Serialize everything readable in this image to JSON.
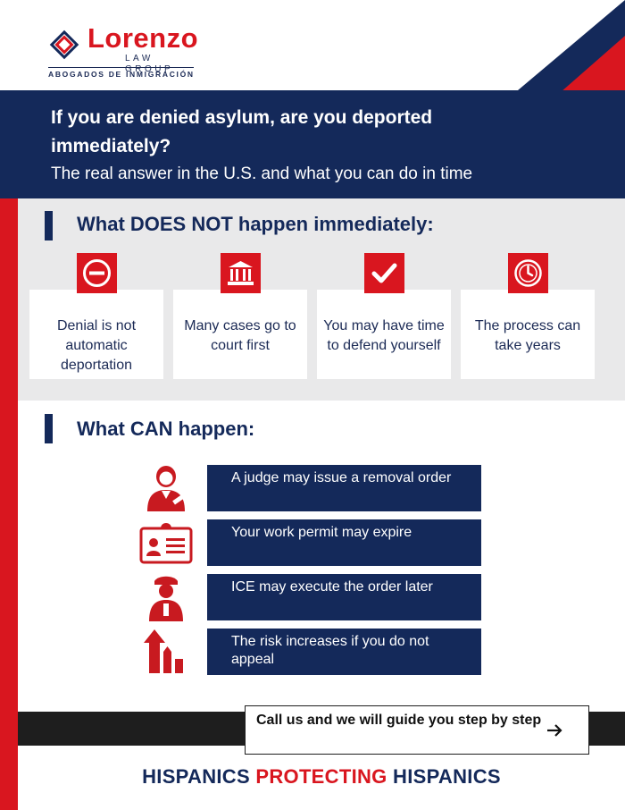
{
  "brand": {
    "name": "Lorenzo",
    "subtitle": "LAW GROUP",
    "tagline": "ABOGADOS DE INMIGRACIÓN",
    "accent_color": "#d9161f",
    "navy_color": "#14295a"
  },
  "header": {
    "title": "If you are denied asylum, are you deported immediately?",
    "subtitle": "The real answer in the U.S. and what you can do in time"
  },
  "section_not_happen": {
    "title": "What DOES NOT happen immediately:",
    "cards": [
      {
        "icon": "no-entry-icon",
        "text": "Denial is not automatic deportation"
      },
      {
        "icon": "courthouse-icon",
        "text": "Many cases go to court first"
      },
      {
        "icon": "checkmark-icon",
        "text": "You may have time to defend yourself"
      },
      {
        "icon": "clock-icon",
        "text": "The process can take years"
      }
    ]
  },
  "section_can_happen": {
    "title": "What CAN happen:",
    "items": [
      {
        "icon": "judge-icon",
        "text": "A judge may issue a removal order"
      },
      {
        "icon": "id-card-icon",
        "text": "Your work permit may expire"
      },
      {
        "icon": "officer-icon",
        "text": "ICE may execute the order later"
      },
      {
        "icon": "rising-risk-icon",
        "text": "The risk increases if you do not appeal"
      }
    ]
  },
  "cta": {
    "text": "Call us and we will guide you step by step",
    "arrow_icon": "arrow-right-icon"
  },
  "footer": {
    "part1": "HISPANICS ",
    "part2": "PROTECTING",
    "part3": " HISPANICS"
  }
}
